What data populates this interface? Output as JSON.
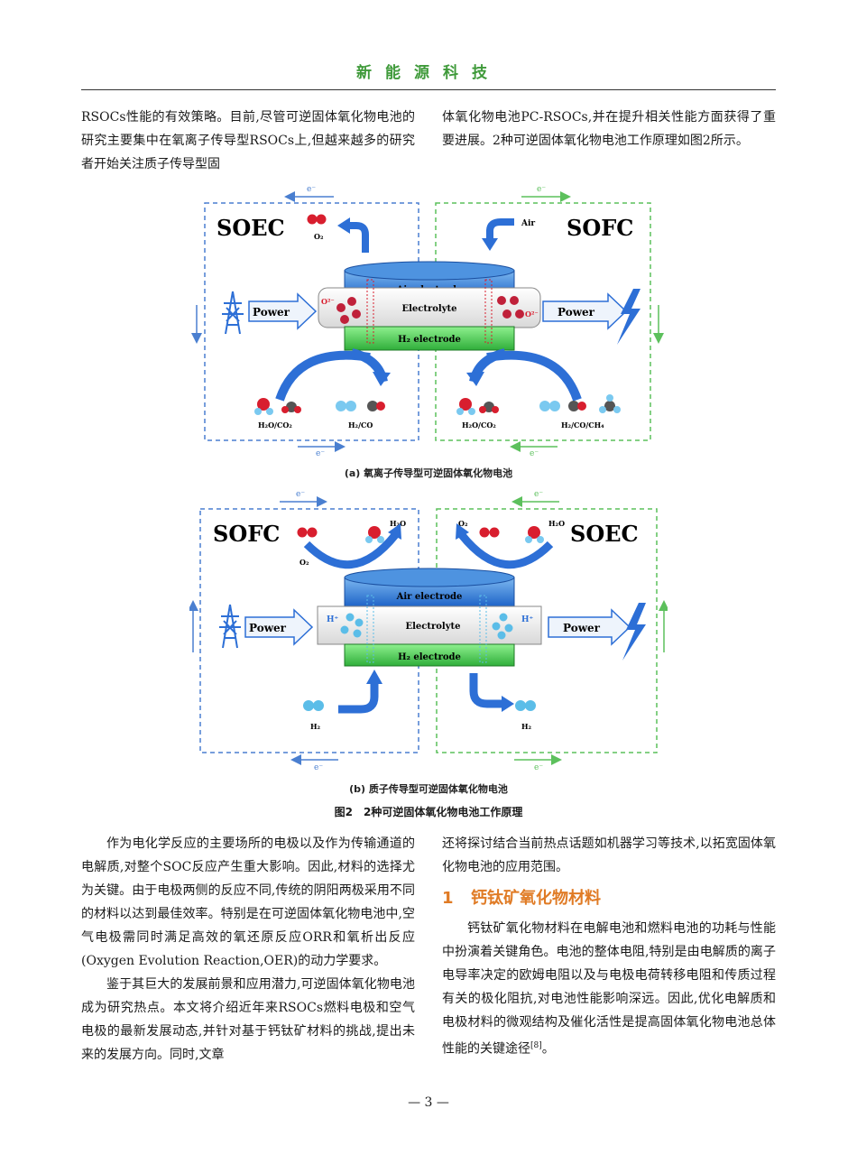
{
  "header": {
    "journal": "新能源科技"
  },
  "top_text": {
    "left": "RSOCs性能的有效策略。目前,尽管可逆固体氧化物电池的研究主要集中在氧离子传导型RSOCs上,但越来越多的研究者开始关注质子传导型固",
    "right": "体氧化物电池PC-RSOCs,并在提升相关性能方面获得了重要进展。2种可逆固体氧化物电池工作原理如图2所示。"
  },
  "figure": {
    "panel_a": {
      "left_mode": "SOEC",
      "right_mode": "SOFC",
      "air_electrode": "Air electrode",
      "electrolyte": "Electrolyte",
      "h2_electrode": "H₂ electrode",
      "power_left": "Power",
      "power_right": "Power",
      "electron": "e⁻",
      "ion": "O²⁻",
      "o2": "O₂",
      "air": "Air",
      "left_bottom_1": "H₂O/CO₂",
      "left_bottom_2": "H₂/CO",
      "right_bottom_1": "H₂O/CO₂",
      "right_bottom_2": "H₂/CO/CH₄",
      "caption": "(a) 氧离子传导型可逆固体氧化物电池"
    },
    "panel_b": {
      "left_mode": "SOFC",
      "right_mode": "SOEC",
      "air_electrode": "Air electrode",
      "electrolyte": "Electrolyte",
      "h2_electrode": "H₂ electrode",
      "power_left": "Power",
      "power_right": "Power",
      "electron": "e⁻",
      "ion": "H⁺",
      "o2_left": "O₂",
      "h2o_left": "H₂O",
      "o2_right": "O₂",
      "h2o_right": "H₂O",
      "h2_left": "H₂",
      "h2_right": "H₂",
      "caption": "(b) 质子传导型可逆固体氧化物电池"
    },
    "title": "图2　2种可逆固体氧化物电池工作原理"
  },
  "body_left": [
    "作为电化学反应的主要场所的电极以及作为传输通道的电解质,对整个SOC反应产生重大影响。因此,材料的选择尤为关键。由于电极两侧的反应不同,传统的阴阳两极采用不同的材料以达到最佳效率。特别是在可逆固体氧化物电池中,空气电极需同时满足高效的氧还原反应ORR和氧析出反应(Oxygen Evolution Reaction,OER)的动力学要求。",
    "鉴于其巨大的发展前景和应用潜力,可逆固体氧化物电池成为研究热点。本文将介绍近年来RSOCs燃料电极和空气电极的最新发展动态,并针对基于钙钛矿材料的挑战,提出未来的发展方向。同时,文章"
  ],
  "body_right": {
    "p1": "还将探讨结合当前热点话题如机器学习等技术,以拓宽固体氧化物电池的应用范围。",
    "section_num": "1",
    "section_title": "钙钛矿氧化物材料",
    "p2": "钙钛矿氧化物材料在电解电池和燃料电池的功耗与性能中扮演着关键角色。电池的整体电阻,特别是由电解质的离子电导率决定的欧姆电阻以及与电极电荷转移电阻和传质过程有关的极化阻抗,对电池性能影响深远。因此,优化电解质和电极材料的微观结构及催化活性是提高固体氧化物电池总体性能的关键途径",
    "ref": "[8]",
    "p2_end": "。"
  },
  "footer": {
    "page": "— 3 —"
  },
  "colors": {
    "journal": "#3f9a3a",
    "section": "#e07b25",
    "blue_box": "#4a7fd0",
    "green_box": "#5cc05c"
  }
}
